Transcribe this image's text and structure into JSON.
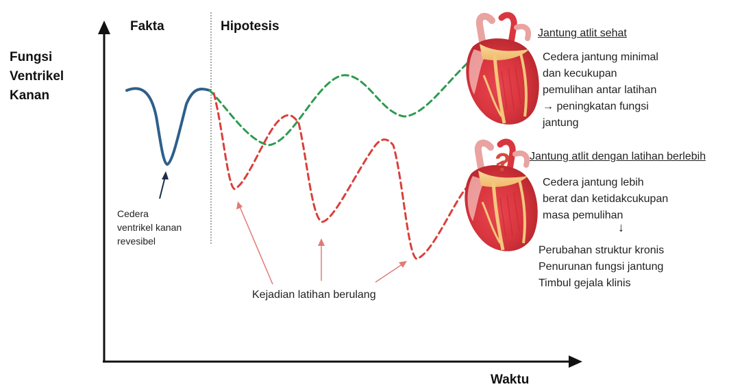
{
  "axes": {
    "y_label_lines": [
      "Fungsi",
      "Ventrikel",
      "Kanan"
    ],
    "x_label": "Waktu"
  },
  "headers": {
    "fakta": "Fakta",
    "hipotesis": "Hipotesis"
  },
  "fact_note_lines": [
    "Cedera",
    "ventrikel kanan",
    "revesibel"
  ],
  "events_label": "Kejadian latihan berulang",
  "healthy": {
    "title": "Jantung atlit sehat",
    "lines": [
      "Cedera jantung minimal",
      "dan kecukupan",
      "pemulihan antar latihan",
      "→ peningkatan fungsi",
      "jantung"
    ]
  },
  "overtrained": {
    "title": "Jantung atlit dengan latihan berlebih",
    "question_mark": "?",
    "lines_before_arrow": [
      "Cedera jantung lebih",
      "berat dan ketidakcukupan",
      "masa pemulihan"
    ],
    "arrow": "↓",
    "lines_after_arrow": [
      "Perubahan struktur kronis",
      "Penurunan fungsi jantung",
      "Timbul gejala klinis"
    ]
  },
  "colors": {
    "fact_curve": "#2e5f8a",
    "healthy_curve": "#2e9a4f",
    "overtrained_curve": "#d9403a",
    "event_arrow": "#e07a76",
    "question_mark": "#d64a3a",
    "axis": "#111111",
    "divider": "#888888"
  },
  "icons": [
    "heart-illustration",
    "question-mark-icon",
    "arrow-icon"
  ]
}
